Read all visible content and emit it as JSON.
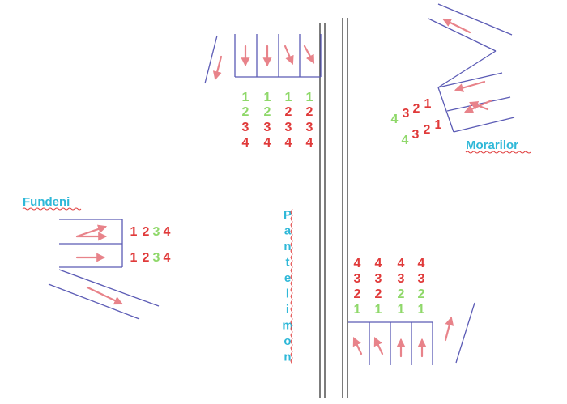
{
  "colors": {
    "active": "#e03a3a",
    "green": "#8fd86a",
    "arrow": "#e8838a",
    "road": "#5b5bb5",
    "label": "#2fb8d8"
  },
  "streets": {
    "fundeni": "Fundeni",
    "morarilor": "Morarilor",
    "pantelimon": "Pantelimon"
  },
  "north_approach": {
    "columns": [
      [
        {
          "n": "1",
          "c": "green"
        },
        {
          "n": "2",
          "c": "green"
        },
        {
          "n": "3",
          "c": "active"
        },
        {
          "n": "4",
          "c": "active"
        }
      ],
      [
        {
          "n": "1",
          "c": "green"
        },
        {
          "n": "2",
          "c": "green"
        },
        {
          "n": "3",
          "c": "active"
        },
        {
          "n": "4",
          "c": "active"
        }
      ],
      [
        {
          "n": "1",
          "c": "green"
        },
        {
          "n": "2",
          "c": "active"
        },
        {
          "n": "3",
          "c": "active"
        },
        {
          "n": "4",
          "c": "active"
        }
      ],
      [
        {
          "n": "1",
          "c": "green"
        },
        {
          "n": "2",
          "c": "active"
        },
        {
          "n": "3",
          "c": "active"
        },
        {
          "n": "4",
          "c": "active"
        }
      ]
    ]
  },
  "south_approach": {
    "columns": [
      [
        {
          "n": "4",
          "c": "active"
        },
        {
          "n": "3",
          "c": "active"
        },
        {
          "n": "2",
          "c": "active"
        },
        {
          "n": "1",
          "c": "green"
        }
      ],
      [
        {
          "n": "4",
          "c": "active"
        },
        {
          "n": "3",
          "c": "active"
        },
        {
          "n": "2",
          "c": "active"
        },
        {
          "n": "1",
          "c": "green"
        }
      ],
      [
        {
          "n": "4",
          "c": "active"
        },
        {
          "n": "3",
          "c": "active"
        },
        {
          "n": "2",
          "c": "green"
        },
        {
          "n": "1",
          "c": "green"
        }
      ],
      [
        {
          "n": "4",
          "c": "active"
        },
        {
          "n": "3",
          "c": "active"
        },
        {
          "n": "2",
          "c": "green"
        },
        {
          "n": "1",
          "c": "green"
        }
      ]
    ]
  },
  "west_approach": {
    "rows": [
      [
        {
          "n": "1",
          "c": "active"
        },
        {
          "n": "2",
          "c": "active"
        },
        {
          "n": "3",
          "c": "green"
        },
        {
          "n": "4",
          "c": "active"
        }
      ],
      [
        {
          "n": "1",
          "c": "active"
        },
        {
          "n": "2",
          "c": "active"
        },
        {
          "n": "3",
          "c": "green"
        },
        {
          "n": "4",
          "c": "active"
        }
      ]
    ]
  },
  "east_approach": {
    "rows": [
      [
        {
          "n": "4",
          "c": "green"
        },
        {
          "n": "3",
          "c": "active"
        },
        {
          "n": "2",
          "c": "active"
        },
        {
          "n": "1",
          "c": "active"
        }
      ],
      [
        {
          "n": "4",
          "c": "green"
        },
        {
          "n": "3",
          "c": "active"
        },
        {
          "n": "2",
          "c": "active"
        },
        {
          "n": "1",
          "c": "active"
        }
      ]
    ]
  }
}
